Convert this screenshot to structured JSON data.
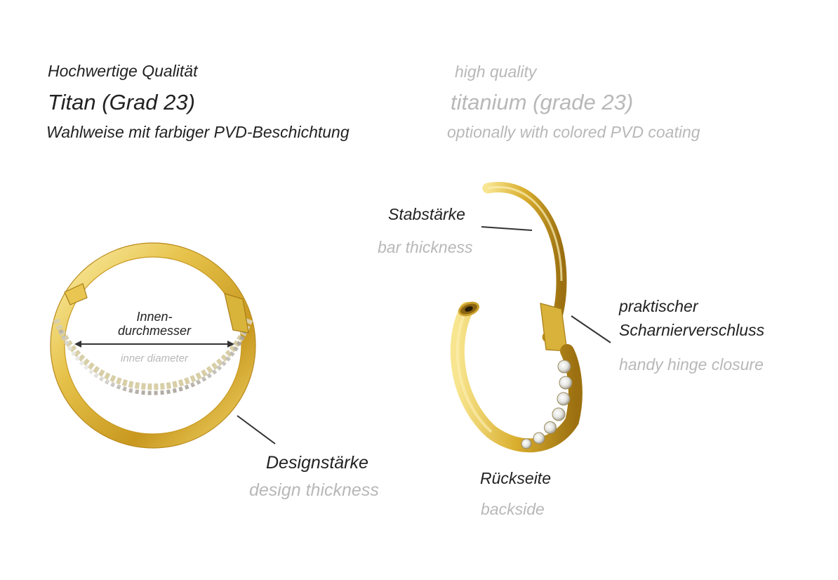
{
  "header": {
    "de_line1": "Hochwertige Qualität",
    "de_line2": "Titan (Grad 23)",
    "de_line3": "Wahlweise mit farbiger PVD-Beschichtung",
    "en_line1": "high quality",
    "en_line2": "titanium (grade 23)",
    "en_line3": "optionally with colored PVD coating"
  },
  "labels": {
    "inner_diameter_de_1": "Innen-",
    "inner_diameter_de_2": "durchmesser",
    "inner_diameter_en": "inner diameter",
    "design_thickness_de": "Designstärke",
    "design_thickness_en": "design thickness",
    "bar_thickness_de": "Stabstärke",
    "bar_thickness_en": "bar thickness",
    "hinge_de_1": "praktischer",
    "hinge_de_2": "Scharnierverschluss",
    "hinge_en": "handy hinge closure",
    "backside_de": "Rückseite",
    "backside_en": "backside"
  },
  "colors": {
    "gold_light": "#f6e08a",
    "gold_mid": "#e0b838",
    "gold_dark": "#a87a14",
    "label_dark": "#222222",
    "label_light": "#b8b8b8"
  }
}
